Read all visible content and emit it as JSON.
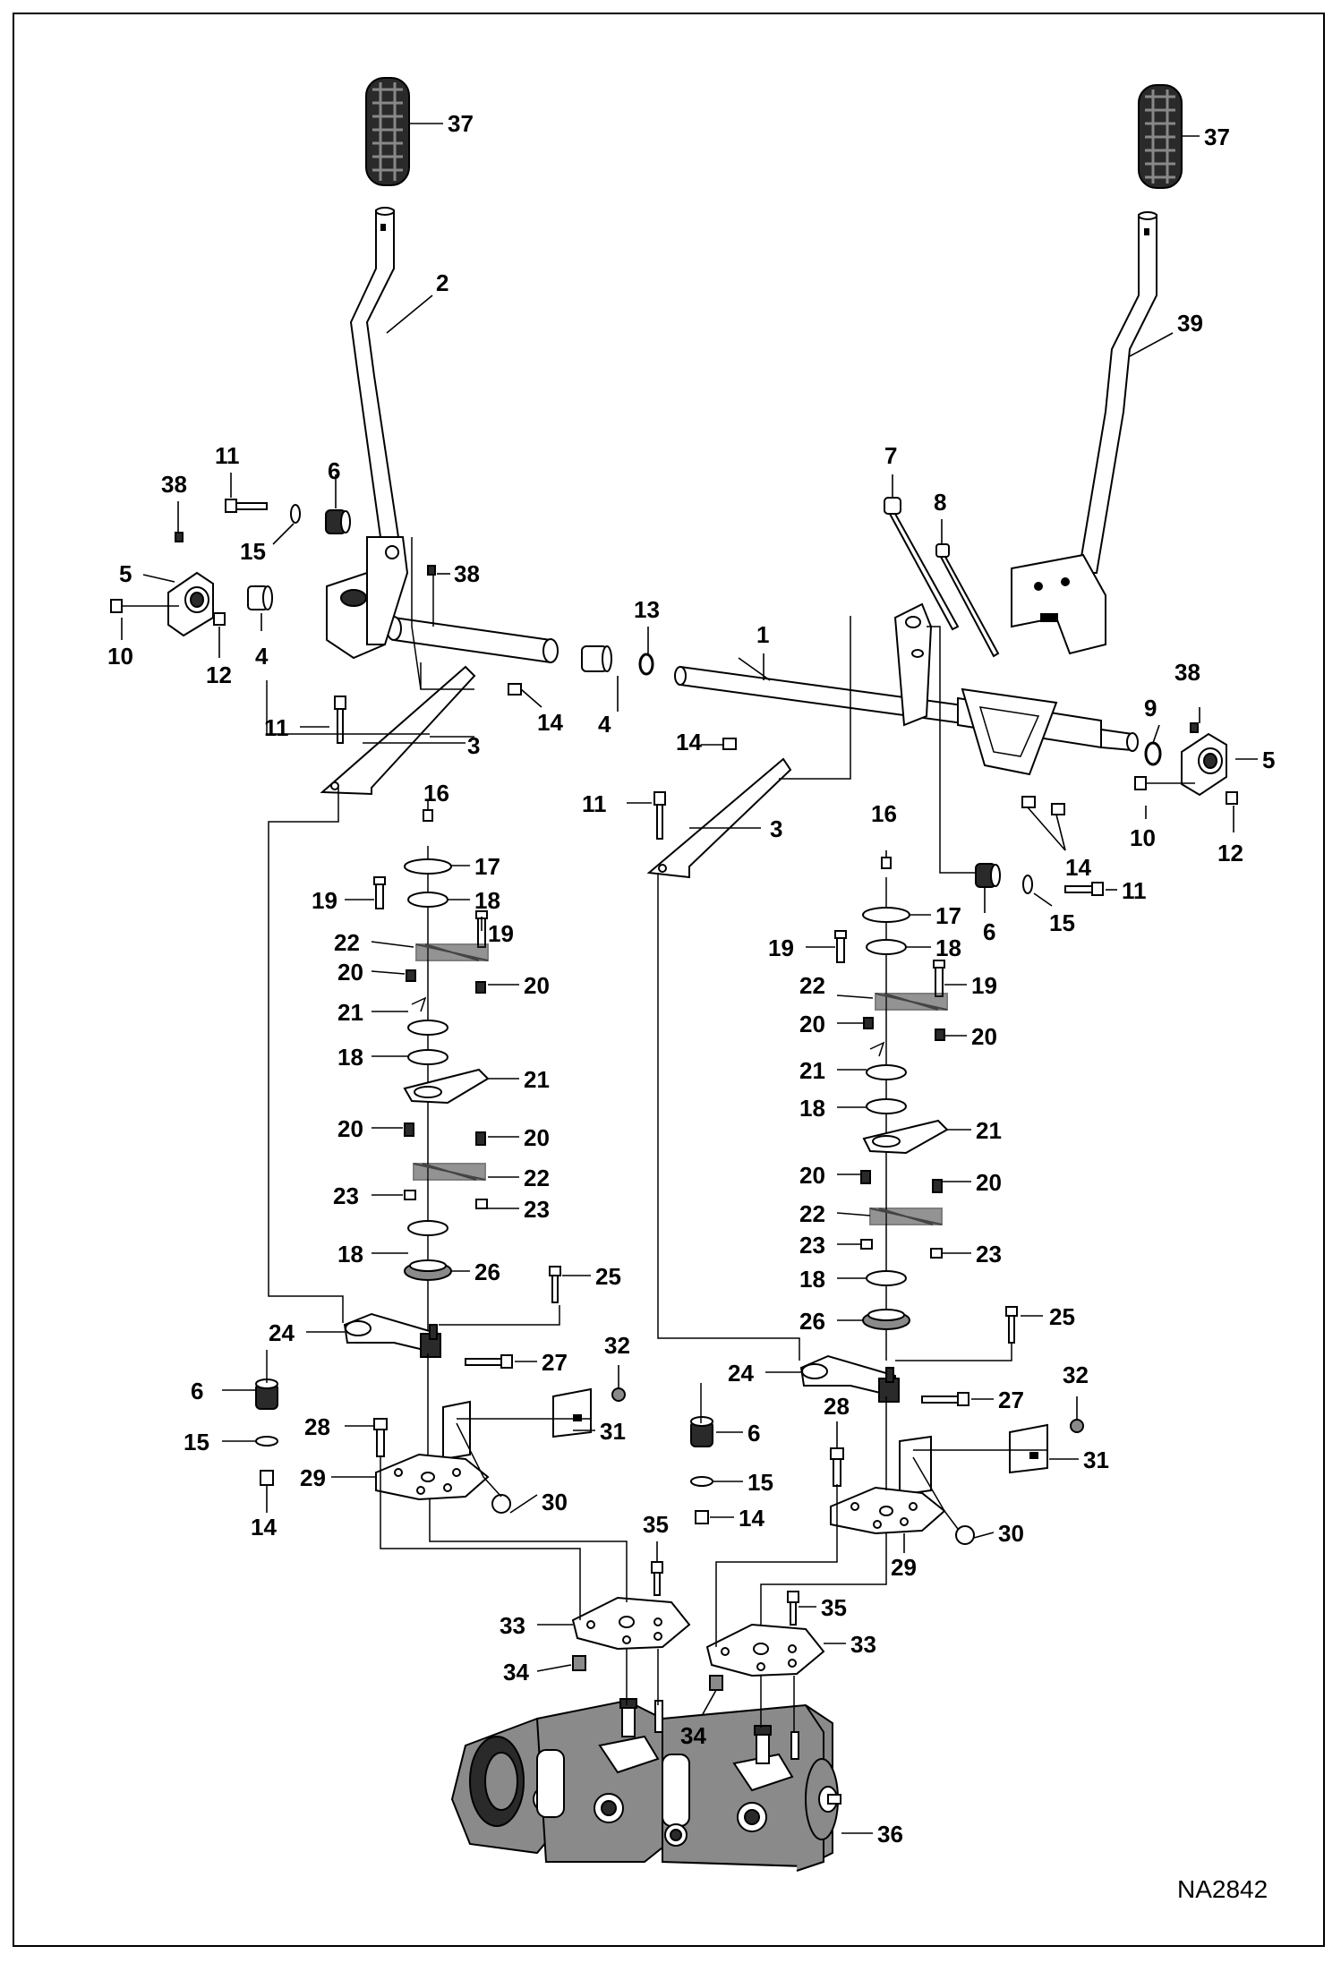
{
  "figure_id": "NA2842",
  "callouts": [
    {
      "id": "c37a",
      "text": "37"
    },
    {
      "id": "c37b",
      "text": "37"
    },
    {
      "id": "c2",
      "text": "2"
    },
    {
      "id": "c39",
      "text": "39"
    },
    {
      "id": "c11a",
      "text": "11"
    },
    {
      "id": "c6a",
      "text": "6"
    },
    {
      "id": "c38a",
      "text": "38"
    },
    {
      "id": "c38b",
      "text": "38"
    },
    {
      "id": "c15a",
      "text": "15"
    },
    {
      "id": "c5a",
      "text": "5"
    },
    {
      "id": "c10a",
      "text": "10"
    },
    {
      "id": "c12a",
      "text": "12"
    },
    {
      "id": "c4a",
      "text": "4"
    },
    {
      "id": "c4b",
      "text": "4"
    },
    {
      "id": "c13",
      "text": "13"
    },
    {
      "id": "c1",
      "text": "1"
    },
    {
      "id": "c7",
      "text": "7"
    },
    {
      "id": "c8",
      "text": "8"
    },
    {
      "id": "c38c",
      "text": "38"
    },
    {
      "id": "c9",
      "text": "9"
    },
    {
      "id": "c5b",
      "text": "5"
    },
    {
      "id": "c10b",
      "text": "10"
    },
    {
      "id": "c12b",
      "text": "12"
    },
    {
      "id": "c14a",
      "text": "14"
    },
    {
      "id": "c14b",
      "text": "14"
    },
    {
      "id": "c14c",
      "text": "14"
    },
    {
      "id": "c11b",
      "text": "11"
    },
    {
      "id": "c3a",
      "text": "3"
    },
    {
      "id": "c11c",
      "text": "11"
    },
    {
      "id": "c3b",
      "text": "3"
    },
    {
      "id": "c6b",
      "text": "6"
    },
    {
      "id": "c15b",
      "text": "15"
    },
    {
      "id": "c11d",
      "text": "11"
    },
    {
      "id": "c16a",
      "text": "16"
    },
    {
      "id": "c17a",
      "text": "17"
    },
    {
      "id": "c19a",
      "text": "19"
    },
    {
      "id": "c18a",
      "text": "18"
    },
    {
      "id": "c22a",
      "text": "22"
    },
    {
      "id": "c19b",
      "text": "19"
    },
    {
      "id": "c20a",
      "text": "20"
    },
    {
      "id": "c20b",
      "text": "20"
    },
    {
      "id": "c21a",
      "text": "21"
    },
    {
      "id": "c18b",
      "text": "18"
    },
    {
      "id": "c21b",
      "text": "21"
    },
    {
      "id": "c20c",
      "text": "20"
    },
    {
      "id": "c20d",
      "text": "20"
    },
    {
      "id": "c22b",
      "text": "22"
    },
    {
      "id": "c23a",
      "text": "23"
    },
    {
      "id": "c23b",
      "text": "23"
    },
    {
      "id": "c18c",
      "text": "18"
    },
    {
      "id": "c26a",
      "text": "26"
    },
    {
      "id": "c25a",
      "text": "25"
    },
    {
      "id": "c24a",
      "text": "24"
    },
    {
      "id": "c27a",
      "text": "27"
    },
    {
      "id": "c32a",
      "text": "32"
    },
    {
      "id": "c6c",
      "text": "6"
    },
    {
      "id": "c28a",
      "text": "28"
    },
    {
      "id": "c31a",
      "text": "31"
    },
    {
      "id": "c15c",
      "text": "15"
    },
    {
      "id": "c29a",
      "text": "29"
    },
    {
      "id": "c30a",
      "text": "30"
    },
    {
      "id": "c14d",
      "text": "14"
    },
    {
      "id": "c16b",
      "text": "16"
    },
    {
      "id": "c17b",
      "text": "17"
    },
    {
      "id": "c19c",
      "text": "19"
    },
    {
      "id": "c18d",
      "text": "18"
    },
    {
      "id": "c22c",
      "text": "22"
    },
    {
      "id": "c19d",
      "text": "19"
    },
    {
      "id": "c20e",
      "text": "20"
    },
    {
      "id": "c20f",
      "text": "20"
    },
    {
      "id": "c21c",
      "text": "21"
    },
    {
      "id": "c18e",
      "text": "18"
    },
    {
      "id": "c21d",
      "text": "21"
    },
    {
      "id": "c20g",
      "text": "20"
    },
    {
      "id": "c20h",
      "text": "20"
    },
    {
      "id": "c22d",
      "text": "22"
    },
    {
      "id": "c23c",
      "text": "23"
    },
    {
      "id": "c23d",
      "text": "23"
    },
    {
      "id": "c18f",
      "text": "18"
    },
    {
      "id": "c26b",
      "text": "26"
    },
    {
      "id": "c25b",
      "text": "25"
    },
    {
      "id": "c24b",
      "text": "24"
    },
    {
      "id": "c27b",
      "text": "27"
    },
    {
      "id": "c32b",
      "text": "32"
    },
    {
      "id": "c6d",
      "text": "6"
    },
    {
      "id": "c28b",
      "text": "28"
    },
    {
      "id": "c31b",
      "text": "31"
    },
    {
      "id": "c15d",
      "text": "15"
    },
    {
      "id": "c30b",
      "text": "30"
    },
    {
      "id": "c14e",
      "text": "14"
    },
    {
      "id": "c29b",
      "text": "29"
    },
    {
      "id": "c35a",
      "text": "35"
    },
    {
      "id": "c33a",
      "text": "33"
    },
    {
      "id": "c34a",
      "text": "34"
    },
    {
      "id": "c35b",
      "text": "35"
    },
    {
      "id": "c33b",
      "text": "33"
    },
    {
      "id": "c34b",
      "text": "34"
    },
    {
      "id": "c36",
      "text": "36"
    }
  ]
}
